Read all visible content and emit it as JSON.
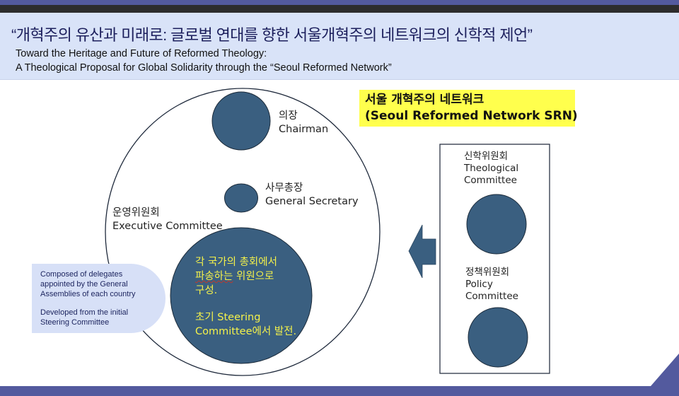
{
  "header": {
    "title": "“개혁주의 유산과 미래로: 글로벌 연대를 향한 서울개혁주의 네트워크의 신학적 제언”",
    "subtitle_line1": "Toward the Heritage and Future of Reformed Theology:",
    "subtitle_line2": "A Theological Proposal for Global Solidarity through the “Seoul Reformed Network”"
  },
  "network_title": {
    "korean": "서울 개혁주의 네트워크",
    "english": "(Seoul Reformed Network SRN)",
    "highlight_color": "#ffff4d"
  },
  "executive_committee": {
    "label_ko": "운영위원회",
    "label_en": "Executive Committee",
    "chairman": {
      "label_ko": "의장",
      "label_en": "Chairman"
    },
    "general_secretary": {
      "label_ko": "사무총장",
      "label_en": "General Secretary"
    },
    "members_note": {
      "line1": "각 국가의 총회에서",
      "line2a": "파송하는",
      "line2b": " 위원으로",
      "line3": "구성.",
      "line4": "초기 Steering",
      "line5": "Committee에서 발전."
    }
  },
  "callout": {
    "line1": "Composed of delegates",
    "line2": "appointed by the General",
    "line3": "Assemblies of each country",
    "line4": "Developed from the initial",
    "line5": "Steering Committee"
  },
  "committees_panel": {
    "theological": {
      "label_ko": "신학위원회",
      "label_en1": "Theological",
      "label_en2": "Committee"
    },
    "policy": {
      "label_ko": "정책위원회",
      "label_en1": "Policy",
      "label_en2": "Committee"
    }
  },
  "colors": {
    "node_fill": "#3a5f80",
    "band": "#535a9e",
    "header_bg": "#d9e3f8",
    "inner_text": "#f4f14a"
  }
}
